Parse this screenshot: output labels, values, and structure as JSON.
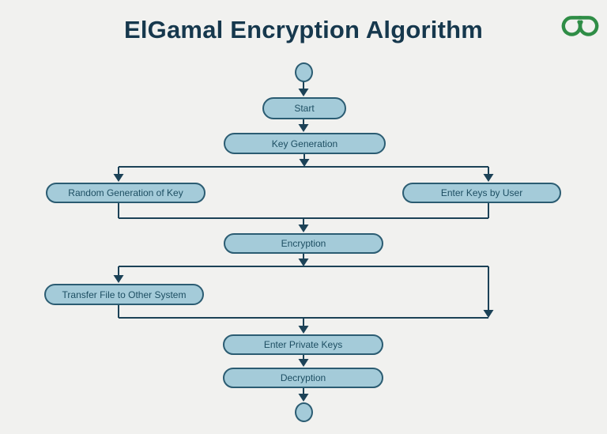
{
  "header": {
    "title": "ElGamal Encryption Algorithm",
    "logo": "geeksforgeeks-logo"
  },
  "colors": {
    "bg": "#f1f1ef",
    "node_fill": "#a4cbd9",
    "node_border": "#2b5c72",
    "node_text": "#1d4e62",
    "line": "#1c4257",
    "title": "#16384d",
    "logo_green": "#2f8d46"
  },
  "flowchart": {
    "nodes": [
      {
        "id": "start-terminator",
        "type": "terminator",
        "label": ""
      },
      {
        "id": "start",
        "type": "process",
        "label": "Start"
      },
      {
        "id": "key-generation",
        "type": "process",
        "label": "Key Generation"
      },
      {
        "id": "random-generation-of-key",
        "type": "process",
        "label": "Random Generation of Key"
      },
      {
        "id": "enter-keys-by-user",
        "type": "process",
        "label": "Enter Keys by User"
      },
      {
        "id": "encryption",
        "type": "process",
        "label": "Encryption"
      },
      {
        "id": "transfer-file-to-other-system",
        "type": "process",
        "label": "Transfer File to Other System"
      },
      {
        "id": "enter-private-keys",
        "type": "process",
        "label": "Enter Private Keys"
      },
      {
        "id": "decryption",
        "type": "process",
        "label": "Decryption"
      },
      {
        "id": "end-terminator",
        "type": "terminator",
        "label": ""
      }
    ],
    "edges": [
      {
        "from": "start-terminator",
        "to": "start"
      },
      {
        "from": "start",
        "to": "key-generation"
      },
      {
        "from": "key-generation",
        "to": "random-generation-of-key"
      },
      {
        "from": "key-generation",
        "to": "enter-keys-by-user"
      },
      {
        "from": "random-generation-of-key",
        "to": "encryption"
      },
      {
        "from": "enter-keys-by-user",
        "to": "encryption"
      },
      {
        "from": "encryption",
        "to": "transfer-file-to-other-system"
      },
      {
        "from": "encryption",
        "to": "enter-private-keys"
      },
      {
        "from": "transfer-file-to-other-system",
        "to": "enter-private-keys"
      },
      {
        "from": "enter-private-keys",
        "to": "decryption"
      },
      {
        "from": "decryption",
        "to": "end-terminator"
      }
    ]
  }
}
